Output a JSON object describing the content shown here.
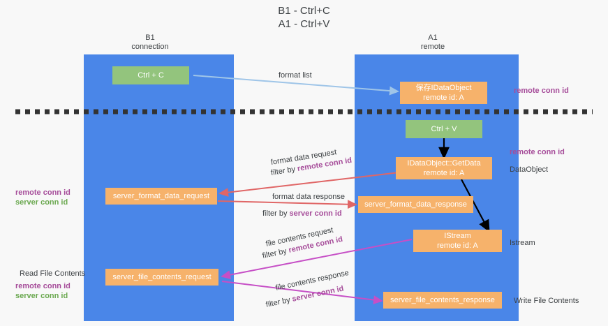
{
  "diagram": {
    "title": "B1 - Ctrl+C\nA1 - Ctrl+V",
    "colors": {
      "lane": "#4a86e8",
      "green_node": "#93c47d",
      "orange_node": "#f6b26b",
      "purple_text": "#a64d9a",
      "green_text": "#6aa84f",
      "blue_arrow": "#9fc5e8",
      "red_arrow": "#e06666",
      "magenta_arrow": "#c64fc6",
      "black_arrow": "#000000",
      "divider": "#333333",
      "background": "#f8f8f8"
    },
    "columns": [
      {
        "id": "b1",
        "label": "B1\nconnection"
      },
      {
        "id": "a1",
        "label": "A1\nremote"
      }
    ],
    "nodes": [
      {
        "id": "ctrl-c",
        "label": "Ctrl + C",
        "style": "green"
      },
      {
        "id": "save-idataobject",
        "label": "保存IDataObject\nremote id: A",
        "style": "orange"
      },
      {
        "id": "ctrl-v",
        "label": "Ctrl + V",
        "style": "green"
      },
      {
        "id": "idataobject-getdata",
        "label": "IDataObject::GetData\nremote id: A",
        "style": "orange"
      },
      {
        "id": "server-format-data-request",
        "label": "server_format_data_request",
        "style": "orange"
      },
      {
        "id": "server-format-data-response",
        "label": "server_format_data_response",
        "style": "orange"
      },
      {
        "id": "istream",
        "label": "IStream\nremote id: A",
        "style": "orange"
      },
      {
        "id": "server-file-contents-request",
        "label": "server_file_contents_request",
        "style": "orange"
      },
      {
        "id": "server-file-contents-response",
        "label": "server_file_contents_response",
        "style": "orange"
      }
    ],
    "edge_labels": {
      "format_list": "format list",
      "format_data_request": "format data request",
      "format_data_response": "format data response",
      "file_contents_request": "file contents request",
      "file_contents_response": "file contents response",
      "filter_by": "filter by ",
      "remote_conn_id": "remote conn id",
      "server_conn_id": "server conn id"
    },
    "annotations": {
      "right_remote_conn_id_top": "remote conn id",
      "right_remote_conn_id_mid": "remote conn id",
      "right_dataobject": "DataObject",
      "right_istream": "Istream",
      "right_write_file_contents": "Write File Contents",
      "left_remote_conn_id": "remote conn id",
      "left_server_conn_id": "server conn id",
      "left_read_file_contents": "Read File Contents",
      "left_remote_conn_id_2": "remote conn id",
      "left_server_conn_id_2": "server conn id"
    }
  }
}
